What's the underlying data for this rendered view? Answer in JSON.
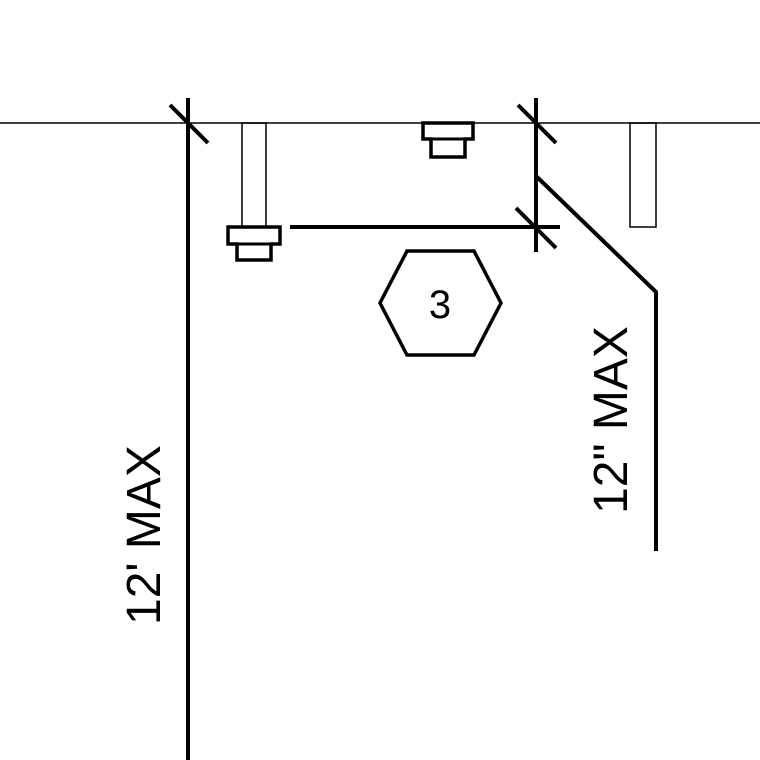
{
  "dimensions": {
    "vertical_max": "12' MAX",
    "diagonal_max": "12\" MAX"
  },
  "tag": {
    "number": "3"
  }
}
